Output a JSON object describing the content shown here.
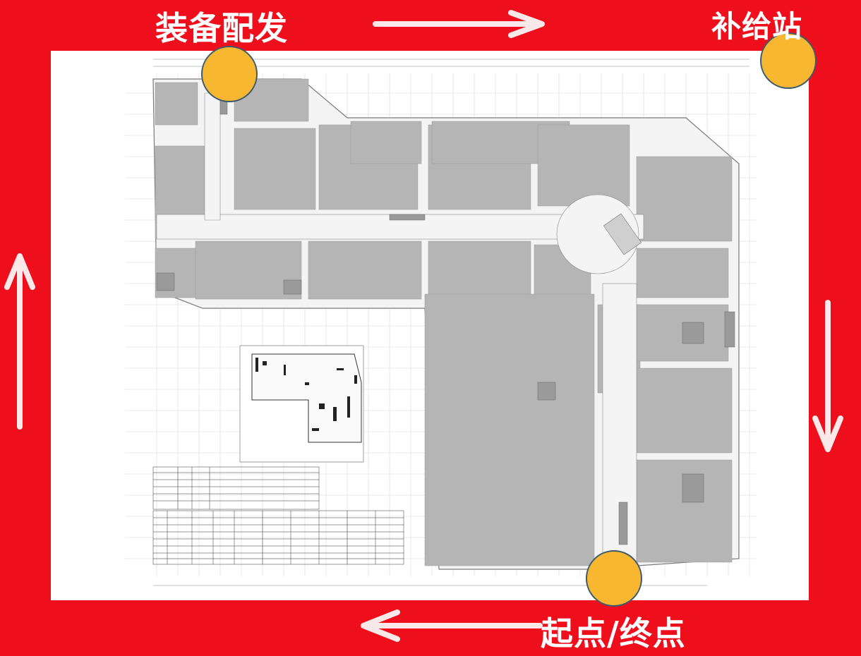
{
  "labels": {
    "equipment_dispatch": "装备配发",
    "supply_station": "补给站",
    "start_end": "起点/终点"
  },
  "colors": {
    "background": "#ee0e1c",
    "marker": "#f7b731",
    "arrow": "#fbe9ea",
    "floor_plan_fill": "#b5b5b5",
    "paper": "#ffffff"
  },
  "icons": {
    "route_arrows": [
      "arrow-right-icon",
      "arrow-down-icon",
      "arrow-left-icon",
      "arrow-up-icon"
    ],
    "markers": [
      "checkpoint-marker-icon"
    ]
  }
}
